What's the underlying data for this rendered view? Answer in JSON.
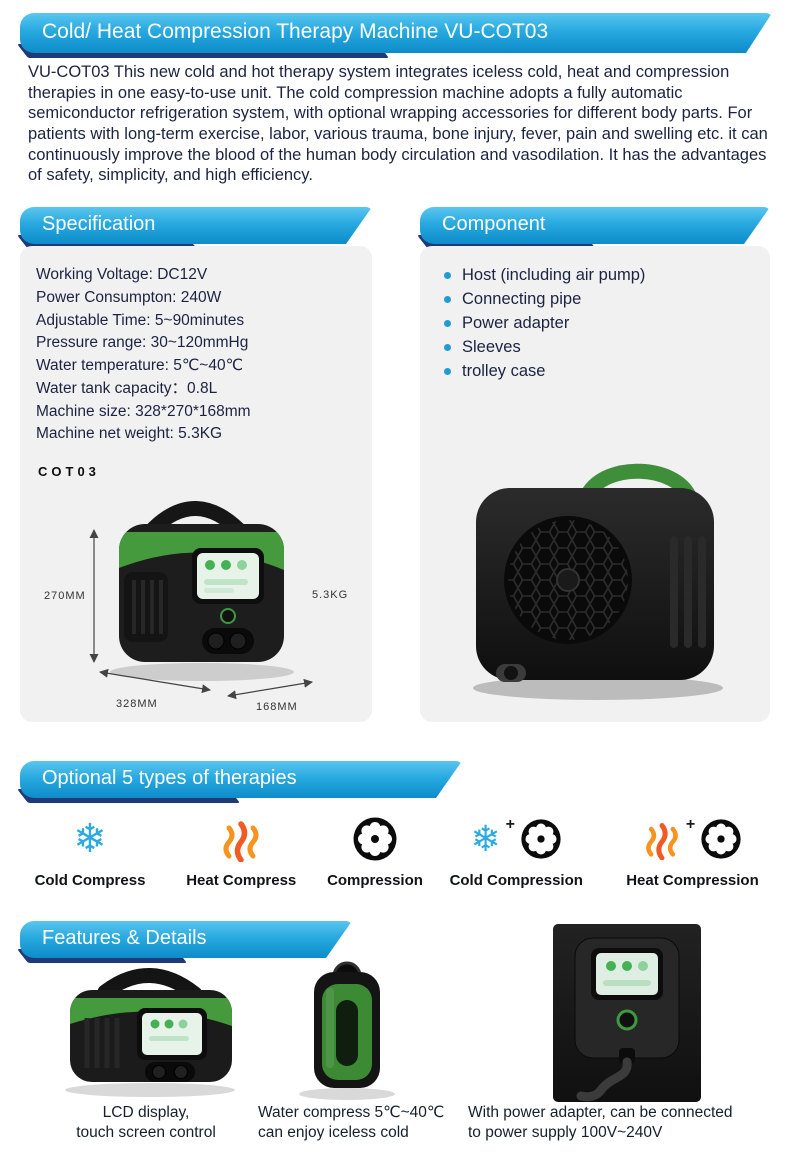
{
  "header": {
    "title": "Cold/ Heat Compression Therapy Machine VU-COT03"
  },
  "intro": {
    "text": "VU-COT03 This new cold and hot therapy system integrates iceless cold, heat and compression therapies in one easy-to-use unit. The cold compression machine adopts a fully automatic semiconductor refrigeration system, with optional wrapping accessories for different body parts. For patients with long-term exercise, labor, various trauma, bone injury, fever, pain and  swelling etc. it can continuously improve the blood of the human body circulation and vasodilation. It has the advantages of safety, simplicity, and high efficiency."
  },
  "specification": {
    "title": "Specification",
    "items": [
      "Working Voltage: DC12V",
      "Power Consumpton: 240W",
      "Adjustable Time: 5~90minutes",
      "Pressure range: 30~120mmHg",
      "Water temperature: 5℃~40℃",
      "Water tank capacity：0.8L",
      "Machine size: 328*270*168mm",
      "Machine net weight: 5.3KG"
    ],
    "model_label": "COT03",
    "dimensions": {
      "height": "270MM",
      "width": "328MM",
      "depth": "168MM",
      "weight": "5.3KG"
    }
  },
  "component": {
    "title": "Component",
    "items": [
      "Host (including air pump)",
      "Connecting pipe",
      "Power adapter",
      "Sleeves",
      "trolley case"
    ]
  },
  "therapies": {
    "title": "Optional 5 types of therapies",
    "plus": "+",
    "snowflake_glyph": "❄",
    "items": [
      {
        "label": "Cold Compress",
        "icon": "snowflake-icon"
      },
      {
        "label": "Heat Compress",
        "icon": "heat-waves-icon"
      },
      {
        "label": "Compression",
        "icon": "compression-icon"
      },
      {
        "label": "Cold Compression",
        "icon": "snowflake-plus-compression-icon"
      },
      {
        "label": "Heat Compression",
        "icon": "heat-plus-compression-icon"
      }
    ]
  },
  "features": {
    "title": "Features & Details",
    "captions": [
      "LCD display,\ntouch screen control",
      "Water compress 5℃~40℃\ncan enjoy iceless cold",
      "With power adapter, can be connected\nto power supply 100V~240V"
    ]
  },
  "colors": {
    "banner_blue": "#1ea3db",
    "banner_shadow_navy": "#203a78",
    "accent_green": "#3f9a3d",
    "ice_blue": "#29abe2",
    "heat_orange": "#f7931e",
    "text_navy": "#1c2340",
    "panel_gray": "#f1f1f2"
  }
}
